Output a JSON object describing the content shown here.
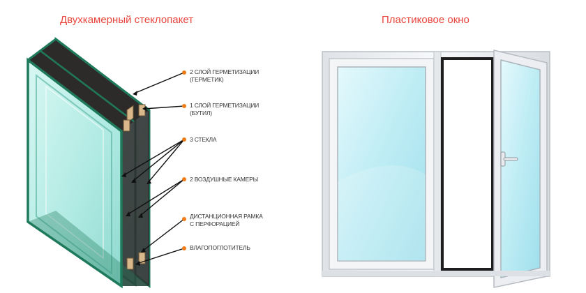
{
  "titles": {
    "left": "Двухкамерный стеклопакет",
    "right": "Пластиковое окно"
  },
  "callouts": [
    {
      "line1": "2 слой герметизации",
      "line2": "(герметик)"
    },
    {
      "line1": "1 слой герметизации",
      "line2": "(бутил)"
    },
    {
      "line1": "3 стекла",
      "line2": ""
    },
    {
      "line1": "2 воздушные камеры",
      "line2": ""
    },
    {
      "line1": "дистанционная рамка",
      "line2": "с перфорацией"
    },
    {
      "line1": "влагопоглотитель",
      "line2": ""
    }
  ],
  "colors": {
    "title": "#e8453c",
    "bullet": "#f07d1a",
    "glass_edge": "#1f7a5c",
    "glass_fill": "#b9efe9",
    "sealant": "#2d2a2a",
    "window_frame": "#eef0f2",
    "window_glass": "#bfeef5"
  }
}
